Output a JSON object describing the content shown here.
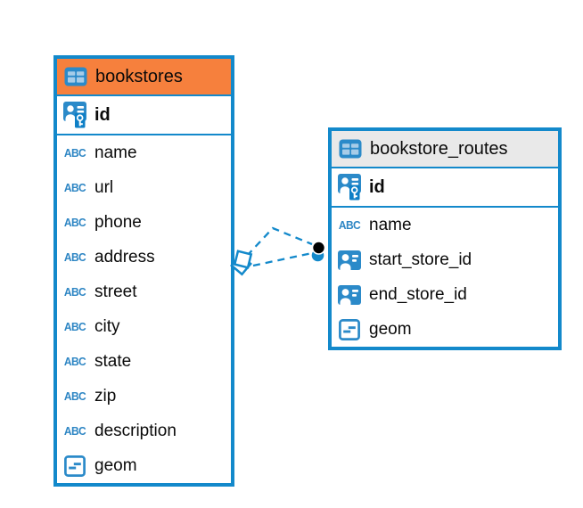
{
  "diagram": {
    "background": "#ffffff",
    "string_type_icon_label": "ABC",
    "colors": {
      "accent_blue": "#1389cb",
      "icon_blue": "#2b8ac9",
      "icon_cell_blue": "#a7cce8",
      "orange_header": "#f6803d",
      "gray_header": "#e9e9e9",
      "text": "#0a0a0a",
      "connector_dot_black": "#000000"
    },
    "entities": [
      {
        "title": "bookstores",
        "header_style": "orange",
        "pk": {
          "label": "id",
          "type": "primary-key"
        },
        "columns": [
          {
            "label": "name",
            "type": "string"
          },
          {
            "label": "url",
            "type": "string"
          },
          {
            "label": "phone",
            "type": "string"
          },
          {
            "label": "address",
            "type": "string"
          },
          {
            "label": "street",
            "type": "string"
          },
          {
            "label": "city",
            "type": "string"
          },
          {
            "label": "state",
            "type": "string"
          },
          {
            "label": "zip",
            "type": "string"
          },
          {
            "label": "description",
            "type": "string"
          },
          {
            "label": "geom",
            "type": "geometry"
          }
        ]
      },
      {
        "title": "bookstore_routes",
        "header_style": "gray",
        "pk": {
          "label": "id",
          "type": "primary-key"
        },
        "columns": [
          {
            "label": "name",
            "type": "string"
          },
          {
            "label": "start_store_id",
            "type": "foreign-key"
          },
          {
            "label": "end_store_id",
            "type": "foreign-key"
          },
          {
            "label": "geom",
            "type": "geometry"
          }
        ]
      }
    ],
    "relationships": [
      {
        "from": "bookstore_routes",
        "to": "bookstores",
        "style": "dashed"
      },
      {
        "from": "bookstore_routes",
        "to": "bookstores",
        "style": "dashed"
      }
    ]
  }
}
